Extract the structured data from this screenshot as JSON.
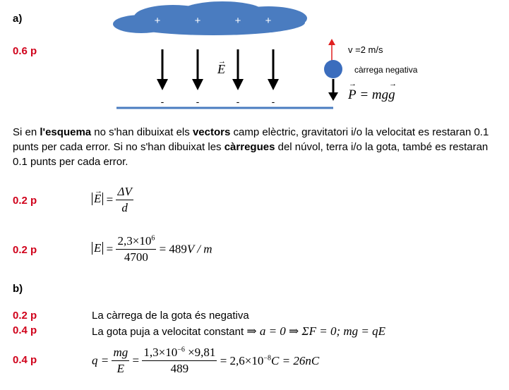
{
  "section_a": {
    "label": "a)",
    "points": "0.6 p",
    "diagram": {
      "cloud_charges": [
        "+",
        "+",
        "+",
        "+"
      ],
      "ground_charges": [
        "-",
        "-",
        "-",
        "-"
      ],
      "field_symbol": "E",
      "velocity_label": "v =2 m/s",
      "charge_label": "càrrega negativa",
      "weight_lhs": "P",
      "weight_eq": " = mg",
      "weight_vec": "g",
      "colors": {
        "cloud": "#4a7cc0",
        "ground": "#4a7cc0",
        "drop": "#3b6dbd",
        "velocity_arrow": "#e02020",
        "field_arrow": "#000000"
      }
    },
    "instructions": {
      "parts": [
        "Si en ",
        "l'esquema",
        " no s'han dibuixat els ",
        "vectors",
        " camp elèctric, gravitatori i/o la velocitat es restaran 0.1 punts per cada error. Si no s'han dibuixat les ",
        "càrregues",
        " del núvol, terra i/o la gota, també es restaran 0.1 punts per cada error."
      ]
    },
    "eq1": {
      "points": "0.2 p",
      "lhs": "E",
      "num": "ΔV",
      "den": "d"
    },
    "eq2": {
      "points": "0.2 p",
      "lhs": "E",
      "num_base": "2,3×10",
      "num_exp": "6",
      "den": "4700",
      "result": "= 489",
      "unit": "V / m"
    }
  },
  "section_b": {
    "label": "b)",
    "line1": {
      "points": "0.2 p",
      "text": "La càrrega de la gota és negativa"
    },
    "line2": {
      "points": "0.4 p",
      "text": "La gota puja a velocitat constant",
      "math": "⇒ a = 0 ⇒ ΣF = 0;  mg = qE"
    },
    "line3": {
      "points": "0.4 p",
      "q": "q =",
      "frac1_num": "mg",
      "frac1_den": "E",
      "frac2_num_a": "1,3×10",
      "frac2_num_exp": "−6",
      "frac2_num_b": " ×9,81",
      "frac2_den": "489",
      "result_a": "= 2,6×10",
      "result_exp": "−8",
      "result_b": "C = 26nC"
    }
  }
}
